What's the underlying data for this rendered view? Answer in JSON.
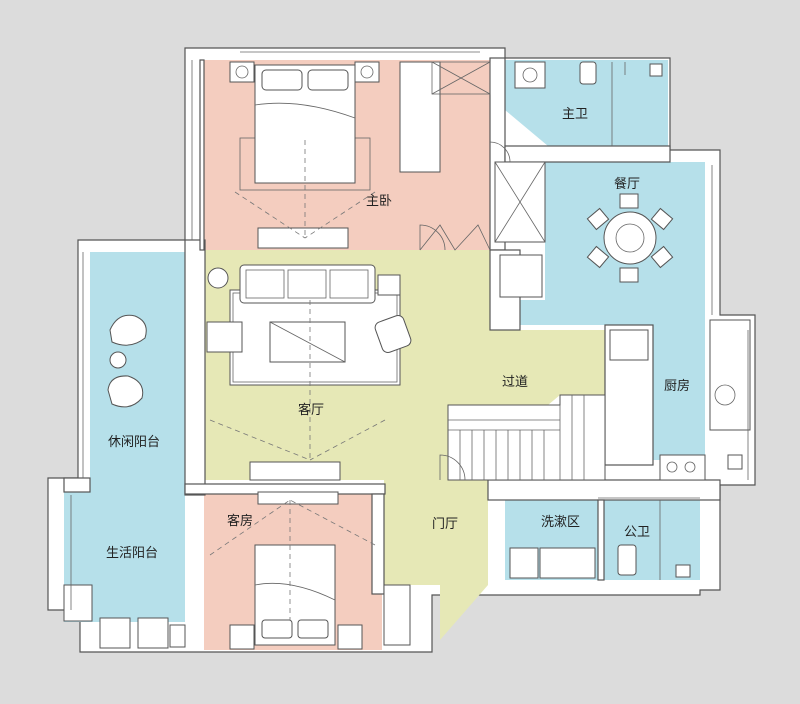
{
  "rooms": {
    "master_bedroom": "主卧",
    "master_bath": "主卫",
    "dining": "餐厅",
    "living": "客厅",
    "corridor": "过道",
    "kitchen": "厨房",
    "leisure_balcony": "休闲阳台",
    "service_balcony": "生活阳台",
    "guest_room": "客房",
    "foyer": "门厅",
    "wash_area": "洗漱区",
    "public_bath": "公卫"
  },
  "colors": {
    "bedroom": "#f4cdbf",
    "wet_area": "#b6e0ea",
    "public_area": "#e6e8b6",
    "wall": "#ffffff",
    "background": "#dcdcdc"
  }
}
